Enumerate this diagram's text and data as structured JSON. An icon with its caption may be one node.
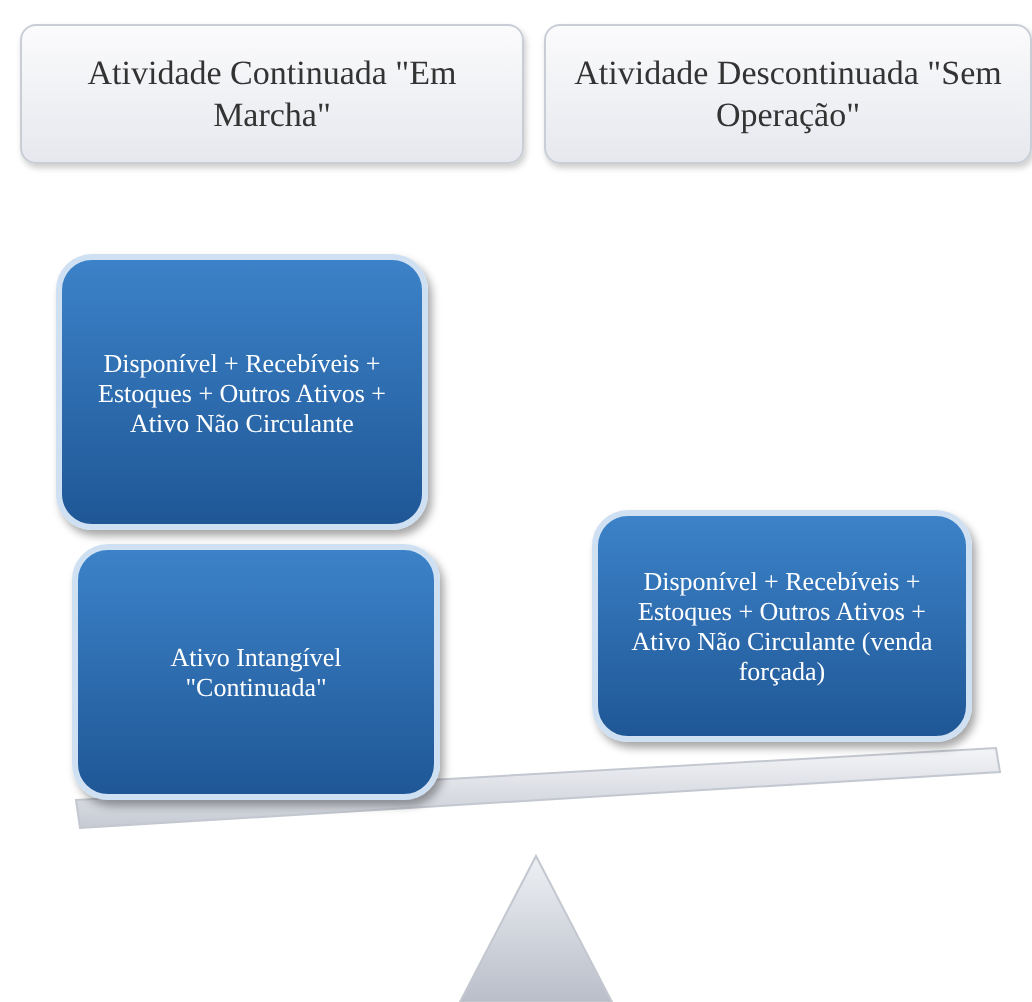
{
  "diagram": {
    "nodes": [
      {
        "text": [
          "Atividade Continuada \"Em Marcha\""
        ]
      },
      {
        "text": [
          "Atividade Descontinuada \"Sem Operação\""
        ]
      },
      {
        "text": [
          "Disponível + Recebíveis + Estoques + Outros Ativos + Ativo Não Circulante"
        ]
      },
      {
        "text": [
          "Ativo Intangível \"Continuada\""
        ]
      },
      {
        "text": [
          "Disponível + Recebíveis + Estoques + Outros Ativos + Ativo Não Circulante (venda forçada)"
        ]
      }
    ]
  }
}
